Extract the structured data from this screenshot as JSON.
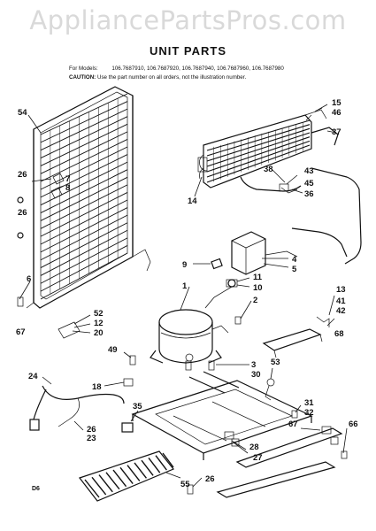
{
  "watermark": "AppliancePartsPros.com",
  "title": "UNIT PARTS",
  "models": {
    "label": "For Models:",
    "list": "106.7687910, 106.7687920, 106.7687940, 106.7687960, 106.7687980"
  },
  "caution": {
    "label": "CAUTION:",
    "text": "Use the part number on all orders, not the illustration number."
  },
  "page_code": "D6",
  "callouts": {
    "c54": "54",
    "c15": "15",
    "c46": "46",
    "c37": "37",
    "c26a": "26",
    "c7": "7",
    "c8": "8",
    "c26b": "26",
    "c38": "38",
    "c43": "43",
    "c45": "45",
    "c36": "36",
    "c14": "14",
    "c9": "9",
    "c4": "4",
    "c5": "5",
    "c11": "11",
    "c10": "10",
    "c1": "1",
    "c2": "2",
    "c6": "6",
    "c67a": "67",
    "c52": "52",
    "c12": "12",
    "c20": "20",
    "c13": "13",
    "c41": "41",
    "c42": "42",
    "c68": "68",
    "c49": "49",
    "c3": "3",
    "c30": "30",
    "c53": "53",
    "c24": "24",
    "c18": "18",
    "c35": "35",
    "c26c": "26",
    "c23": "23",
    "c31": "31",
    "c32": "32",
    "c67b": "67",
    "c66": "66",
    "c28": "28",
    "c27": "27",
    "c55": "55",
    "c26d": "26"
  }
}
